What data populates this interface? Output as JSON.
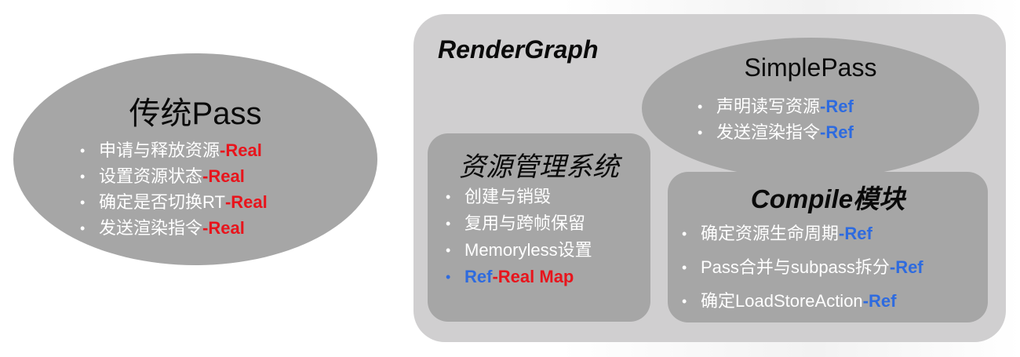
{
  "traditional": {
    "title": "传统Pass",
    "items": [
      {
        "text": "申请与释放资源",
        "sep": "-",
        "tag": "Real"
      },
      {
        "text": "设置资源状态",
        "sep": "-",
        "tag": "Real"
      },
      {
        "text": "确定是否切换RT",
        "sep": "-",
        "tag": "Real"
      },
      {
        "text": "发送渲染指令",
        "sep": "-",
        "tag": "Real"
      }
    ]
  },
  "render_graph": {
    "title": "RenderGraph",
    "simple_pass": {
      "title": "SimplePass",
      "items": [
        {
          "text": "声明读写资源",
          "sep": "-",
          "tag": "Ref"
        },
        {
          "text": "发送渲染指令",
          "sep": "-",
          "tag": "Ref"
        }
      ]
    },
    "resource_system": {
      "title": "资源管理系统",
      "items": [
        {
          "text": "创建与销毁"
        },
        {
          "text": "复用与跨帧保留"
        },
        {
          "text": "Memoryless设置"
        },
        {
          "ref": "Ref",
          "sep": "-",
          "real": "Real Map"
        }
      ]
    },
    "compile_module": {
      "title": "Compile模块",
      "items": [
        {
          "text": "确定资源生命周期",
          "sep": "-",
          "tag": "Ref"
        },
        {
          "text": "Pass合并与subpass拆分",
          "sep": "-",
          "tag": "Ref"
        },
        {
          "text": "确定LoadStoreAction",
          "sep": "-",
          "tag": "Ref"
        }
      ]
    }
  },
  "colors": {
    "real": "#e8141c",
    "ref": "#2e6bdf",
    "shape_fill": "#a6a6a6",
    "container_fill": "#d0cfd0"
  },
  "bullet": "•"
}
